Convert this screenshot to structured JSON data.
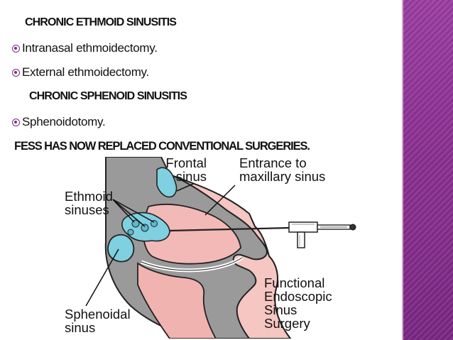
{
  "headings": {
    "ethmoid": "CHRONIC  ETHMOID SINUSITIS",
    "sphenoid": "CHRONIC  SPHENOID SINUSITIS",
    "fess": "FESS  HAS  NOW REPLACED CONVENTIONAL SURGERIES."
  },
  "bullets": {
    "intranasal": "Intranasal ethmoidectomy.",
    "external": "External ethmoidectomy.",
    "sphenoidotomy": "Sphenoidotomy."
  },
  "figure": {
    "frontal_sinus": "Frontal\nsinus",
    "maxillary_entrance": "Entrance to\nmaxillary sinus",
    "ethmoid_sinuses": "Ethmoid\nsinuses",
    "sphenoidal_sinus": "Sphenoidal\nsinus",
    "fess_caption": "Functional\nEndoscopic\nSinus\nSurgery"
  },
  "colors": {
    "stripe": "#8a2f90",
    "bullet": "#7b2d83",
    "sinus_fill": "#7fd0e0",
    "tissue_fill": "#f7c8c4"
  }
}
